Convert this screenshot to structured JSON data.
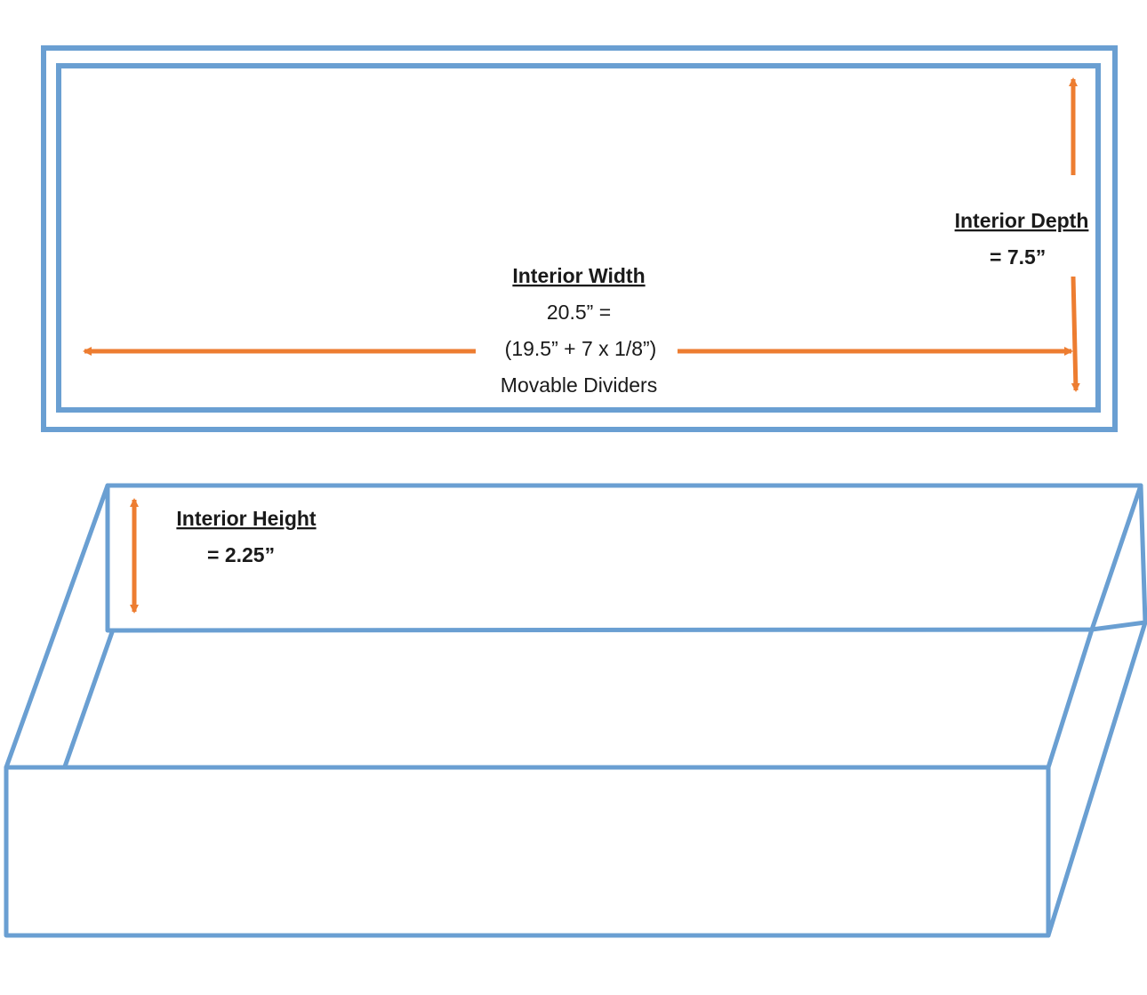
{
  "colors": {
    "outline": "#6a9fd2",
    "arrow": "#ed7d31",
    "text": "#1a1a1a",
    "background": "#ffffff"
  },
  "top_view": {
    "width_label": {
      "title": "Interior Width",
      "line1": "20.5” =",
      "line2": "(19.5” + 7 x 1/8”)",
      "line3": "Movable Dividers"
    },
    "depth_label": {
      "title": "Interior Depth",
      "value": "=  7.5”"
    }
  },
  "perspective_view": {
    "height_label": {
      "title": "Interior Height",
      "value": "=  2.25”"
    }
  }
}
